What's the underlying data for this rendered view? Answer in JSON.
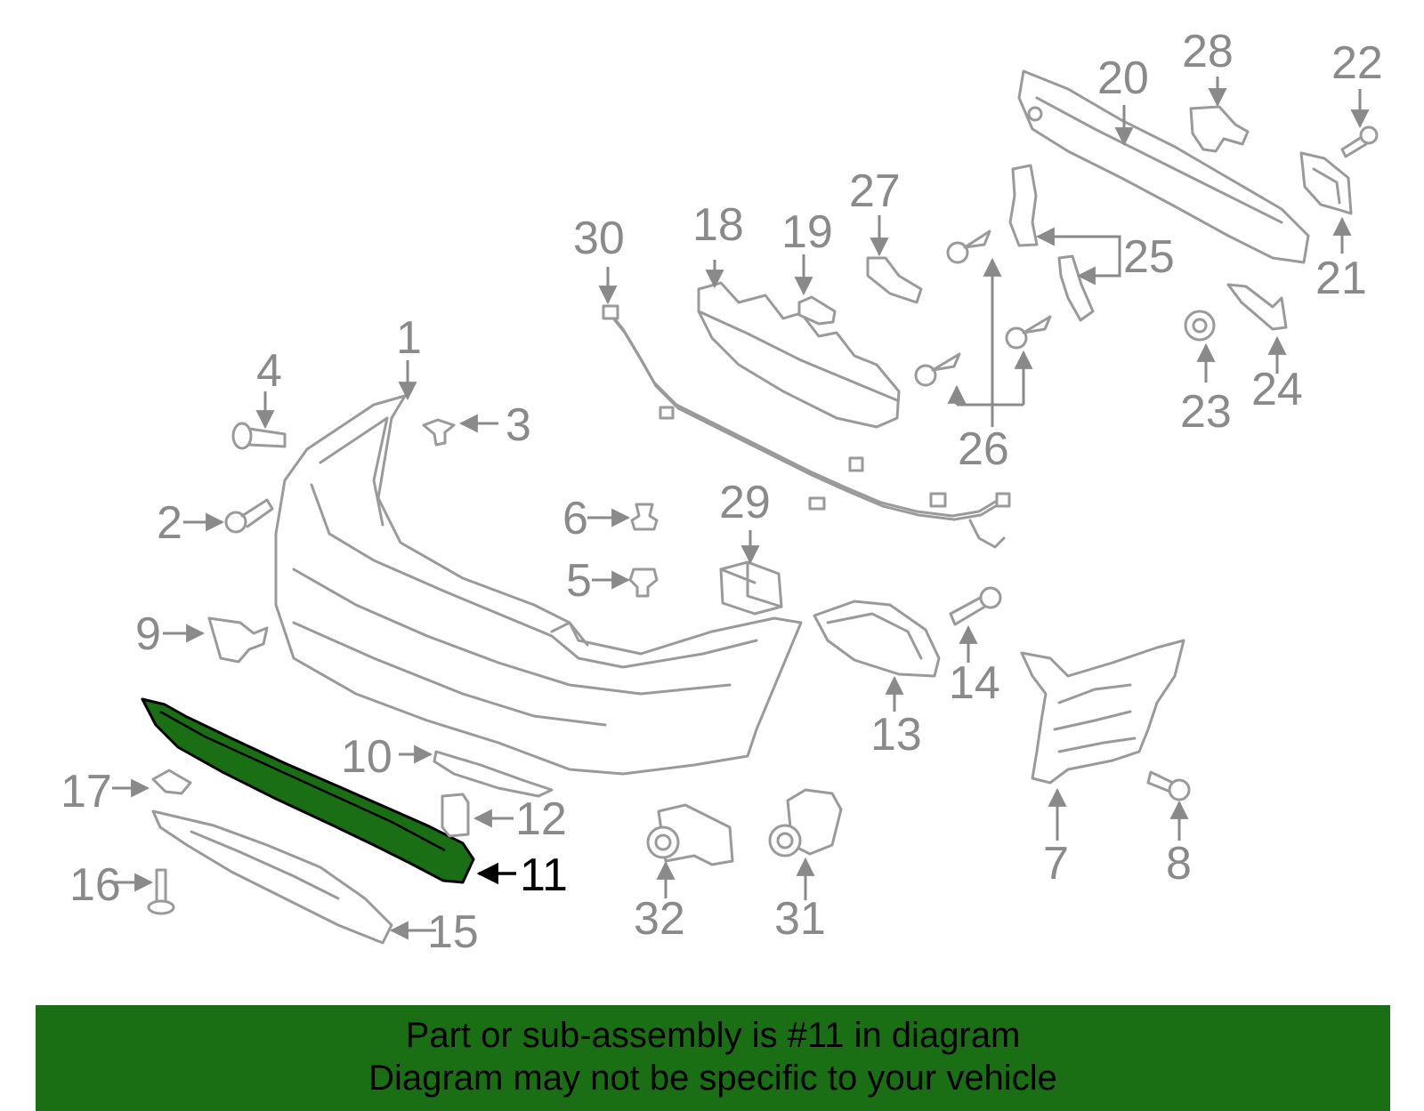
{
  "colors": {
    "highlight": "#1a6f14",
    "label": "#8a8a8a",
    "highlight_label": "#000000"
  },
  "highlighted_part": "11",
  "labels": {
    "n1": "1",
    "n2": "2",
    "n3": "3",
    "n4": "4",
    "n5": "5",
    "n6": "6",
    "n7": "7",
    "n8": "8",
    "n9": "9",
    "n10": "10",
    "n11": "11",
    "n12": "12",
    "n13": "13",
    "n14": "14",
    "n15": "15",
    "n16": "16",
    "n17": "17",
    "n18": "18",
    "n19": "19",
    "n20": "20",
    "n21": "21",
    "n22": "22",
    "n23": "23",
    "n24": "24",
    "n25": "25",
    "n26": "26",
    "n27": "27",
    "n28": "28",
    "n29": "29",
    "n30": "30",
    "n31": "31",
    "n32": "32"
  },
  "banner": {
    "line1": "Part or sub-assembly is #11 in diagram",
    "line2": "Diagram may not be specific to your vehicle"
  }
}
